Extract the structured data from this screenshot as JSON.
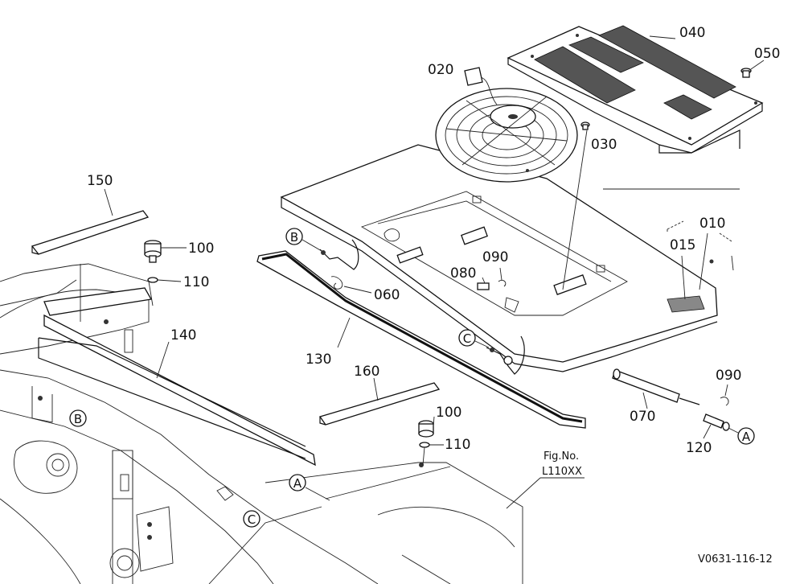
{
  "parts": {
    "p010": "010",
    "p015": "015",
    "p020": "020",
    "p030": "030",
    "p040": "040",
    "p050": "050",
    "p060": "060",
    "p070": "070",
    "p080": "080",
    "p090a": "090",
    "p090b": "090",
    "p100a": "100",
    "p100b": "100",
    "p110a": "110",
    "p110b": "110",
    "p120": "120",
    "p130": "130",
    "p140": "140",
    "p150": "150",
    "p160": "160"
  },
  "refs": {
    "a1": "A",
    "a2": "A",
    "b1": "B",
    "b2": "B",
    "c1": "C",
    "c2": "C"
  },
  "figure": {
    "fig_label": "Fig.No.",
    "fig_number": "L110XX",
    "drawing_code": "V0631-116-12"
  }
}
